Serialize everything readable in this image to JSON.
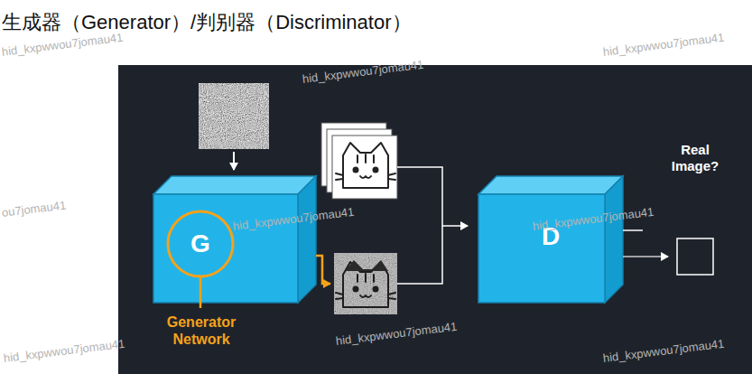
{
  "diagram": {
    "title": "生成器（Generator）/判别器（Discriminator）",
    "nodes": [
      {
        "text": [
          "G"
        ]
      },
      {
        "text": [
          "D"
        ]
      }
    ],
    "labels": [
      "Generator Network",
      "Real Image?",
      "hid_kxpwwou7jomau41",
      "hid_kxpwwou7jomau41",
      "hid_kxpwwou7jomau41",
      "ou7jomau41",
      "hid_kxpwwou7jomau41",
      "hid_kxpwwou7jomau41",
      "hid_kxpwwou7jomau41",
      "hid_kxpwwou7jomau41",
      "hid_kxpwwou7jomau41"
    ]
  }
}
